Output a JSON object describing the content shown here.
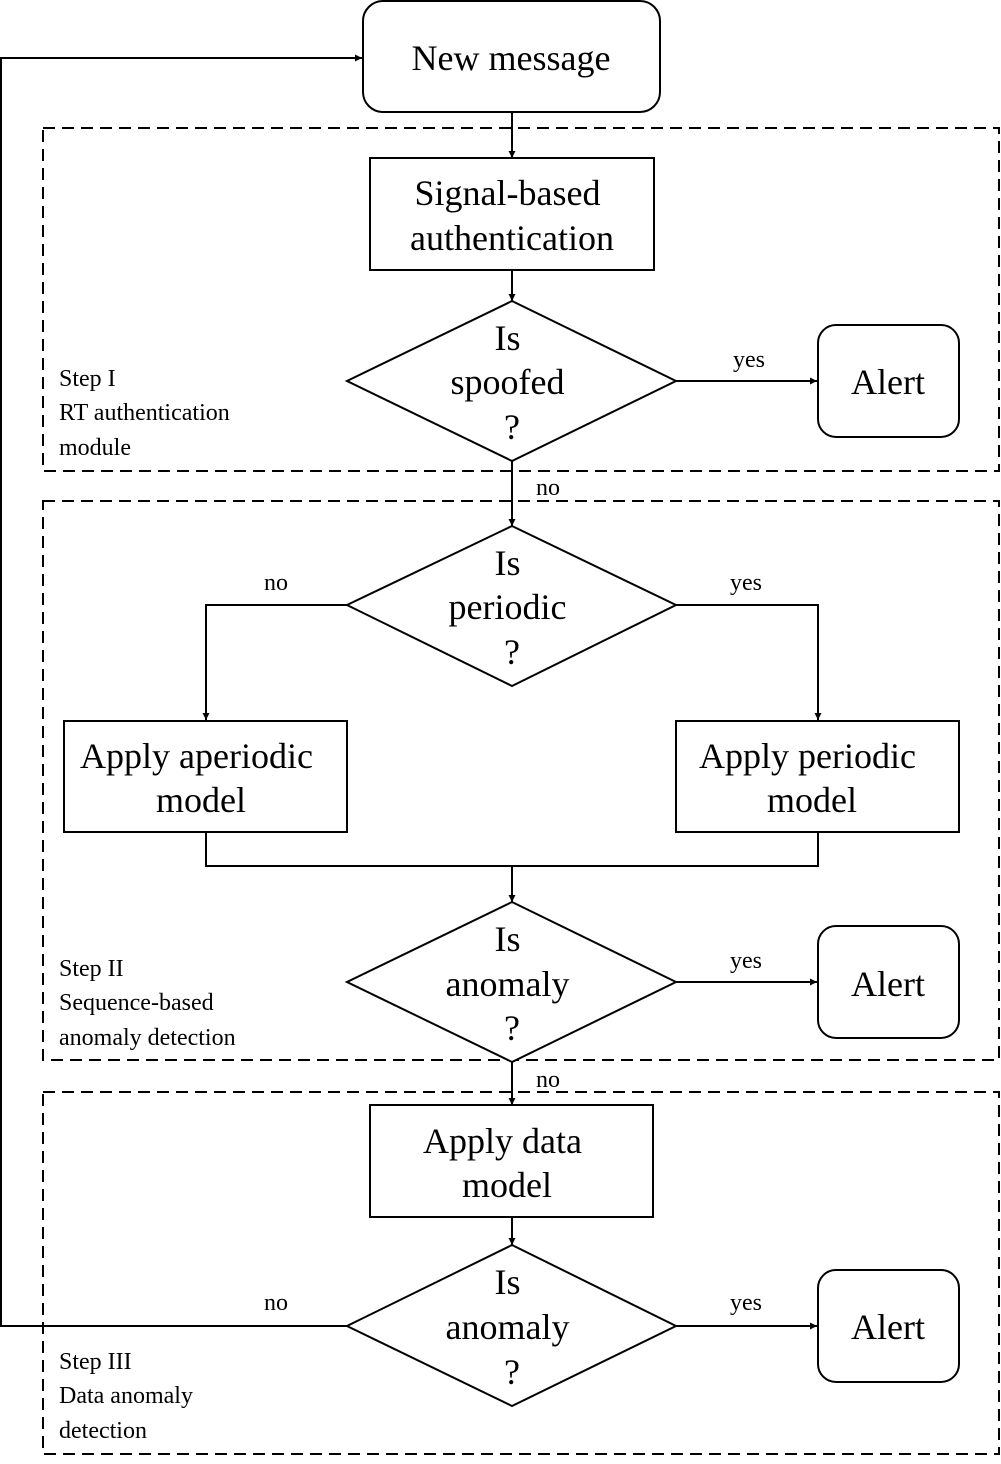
{
  "nodes": {
    "new_message": "New message",
    "signal_auth": [
      "Signal-based",
      "authentication"
    ],
    "spoofed": [
      "Is",
      "spoofed",
      "?"
    ],
    "alert_1": "Alert",
    "periodic": [
      "Is",
      "periodic",
      "?"
    ],
    "aperiodic_model": [
      "Apply aperiodic",
      "model"
    ],
    "periodic_model": [
      "Apply periodic",
      "model"
    ],
    "anomaly_seq": [
      "Is",
      "anomaly",
      "?"
    ],
    "alert_2": "Alert",
    "data_model": [
      "Apply data",
      "model"
    ],
    "anomaly_data": [
      "Is",
      "anomaly",
      "?"
    ],
    "alert_3": "Alert"
  },
  "steps": {
    "step1": [
      "Step I",
      "RT  authentication",
      "module"
    ],
    "step2": [
      "Step II",
      "Sequence-based",
      "anomaly detection"
    ],
    "step3": [
      "Step III",
      "Data anomaly",
      "detection"
    ]
  },
  "edge_labels": {
    "spoofed_yes": "yes",
    "spoofed_no": "no",
    "periodic_no": "no",
    "periodic_yes": "yes",
    "anomaly_seq_yes": "yes",
    "anomaly_seq_no": "no",
    "anomaly_data_no": "no",
    "anomaly_data_yes": "yes"
  }
}
